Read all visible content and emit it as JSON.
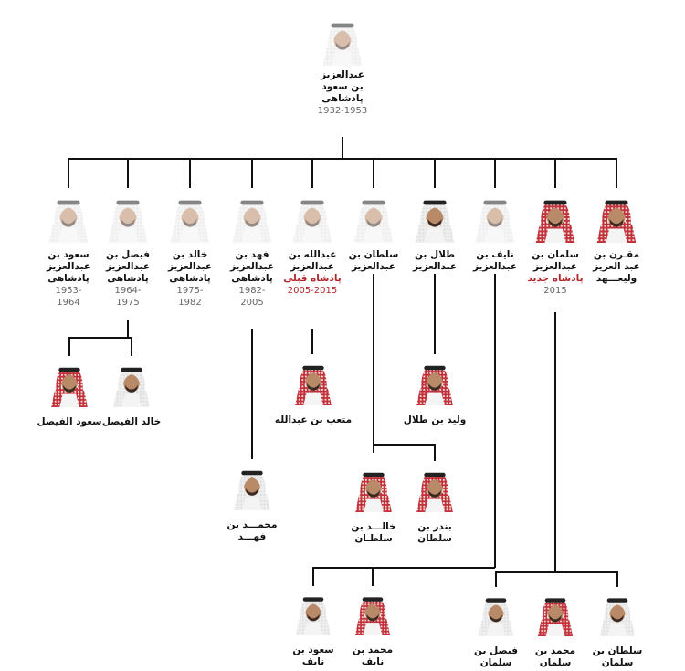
{
  "colors": {
    "line": "#111111",
    "accent_red": "#b3282d",
    "shemagh_red": "#c2323a",
    "shemagh_white": "#eeeeee",
    "skin": "#b98a68",
    "agal": "#222222"
  },
  "tree": {
    "root": {
      "name_lines": [
        "عبدالعزیز",
        "بن سعود"
      ],
      "role": "پادشاهی",
      "years": "1932-1953"
    },
    "sons": [
      {
        "id": "saud",
        "name_lines": [
          "سعود بن",
          "عبدالعزیز"
        ],
        "role": "پادشاهی",
        "years": [
          "1953-",
          "1964"
        ],
        "headdress": "white",
        "faded": true
      },
      {
        "id": "faisal",
        "name_lines": [
          "فیصل بن",
          "عبدالعزیز"
        ],
        "role": "پادشاهی",
        "years": [
          "1964-",
          "1975"
        ],
        "headdress": "white",
        "faded": true
      },
      {
        "id": "khalid",
        "name_lines": [
          "خالد بن",
          "عبدالعزیز"
        ],
        "role": "پادشاهی",
        "years": [
          "1975-",
          "1982"
        ],
        "headdress": "white",
        "faded": true
      },
      {
        "id": "fahd",
        "name_lines": [
          "فهد بن",
          "عبدالعزیز"
        ],
        "role": "پادشاهی",
        "years": [
          "1982-",
          "2005"
        ],
        "headdress": "white",
        "faded": true
      },
      {
        "id": "abdullah",
        "name_lines": [
          "عبدالله بن",
          "عبدالعزیز"
        ],
        "role": "پادشاه قبلی",
        "role_red": true,
        "years": [
          "2005-2015"
        ],
        "years_red": true,
        "headdress": "white",
        "faded": true
      },
      {
        "id": "sultan",
        "name_lines": [
          "سلطان بن",
          "عبدالعزیز"
        ],
        "role": "",
        "years": [],
        "headdress": "white",
        "faded": true
      },
      {
        "id": "talal",
        "name_lines": [
          "طلال بن",
          "عبدالعزیز"
        ],
        "role": "",
        "years": [],
        "headdress": "white",
        "faded": false
      },
      {
        "id": "nayef",
        "name_lines": [
          "نایف بن",
          "عبدالعزیز"
        ],
        "role": "",
        "years": [],
        "headdress": "white",
        "faded": true
      },
      {
        "id": "salman",
        "name_lines": [
          "سلمان بن",
          "عبدالعزیز"
        ],
        "role": "پادشاه جدید",
        "role_red": true,
        "years": [
          "2015"
        ],
        "headdress": "red",
        "faded": false
      },
      {
        "id": "muqrin",
        "name_lines": [
          "مقـرن بن",
          "عبد العزیز",
          "ولیعـــهد"
        ],
        "role": "",
        "years": [],
        "headdress": "red",
        "faded": false
      }
    ],
    "grandsons": [
      {
        "id": "saud_faisal",
        "name_lines": [
          "سعود الفیصل"
        ],
        "headdress": "red",
        "parent": "faisal"
      },
      {
        "id": "khalid_faisal",
        "name_lines": [
          "خالد الفیصل"
        ],
        "headdress": "white",
        "parent": "faisal"
      },
      {
        "id": "mutaib",
        "name_lines": [
          "متعب بن عبدالله"
        ],
        "headdress": "red",
        "parent": "abdullah"
      },
      {
        "id": "walid",
        "name_lines": [
          "ولید بن طلال"
        ],
        "headdress": "red",
        "parent": "talal"
      },
      {
        "id": "muhammad_fahd",
        "name_lines": [
          "محمـــد بن",
          "فهـــد"
        ],
        "headdress": "white",
        "parent": "fahd"
      },
      {
        "id": "khalid_sultan",
        "name_lines": [
          "خالـــد بن",
          "سلطـان"
        ],
        "headdress": "red",
        "parent": "sultan"
      },
      {
        "id": "bandar",
        "name_lines": [
          "بندر بن",
          "سلطان"
        ],
        "headdress": "red",
        "parent": "sultan"
      },
      {
        "id": "saud_nayef",
        "name_lines": [
          "سعود بن",
          "نایف"
        ],
        "headdress": "white",
        "parent": "nayef"
      },
      {
        "id": "muhammad_nayef",
        "name_lines": [
          "محمد بن",
          "نایف"
        ],
        "headdress": "red",
        "parent": "nayef"
      },
      {
        "id": "faisal_salman",
        "name_lines": [
          "فیصل بن",
          "سلمان"
        ],
        "headdress": "white",
        "parent": "salman"
      },
      {
        "id": "muhammad_salman",
        "name_lines": [
          "محمد بن",
          "سلمان"
        ],
        "headdress": "red",
        "parent": "salman"
      },
      {
        "id": "sultan_salman",
        "name_lines": [
          "سلطان بن",
          "سلمان"
        ],
        "headdress": "white",
        "parent": "salman"
      }
    ]
  }
}
